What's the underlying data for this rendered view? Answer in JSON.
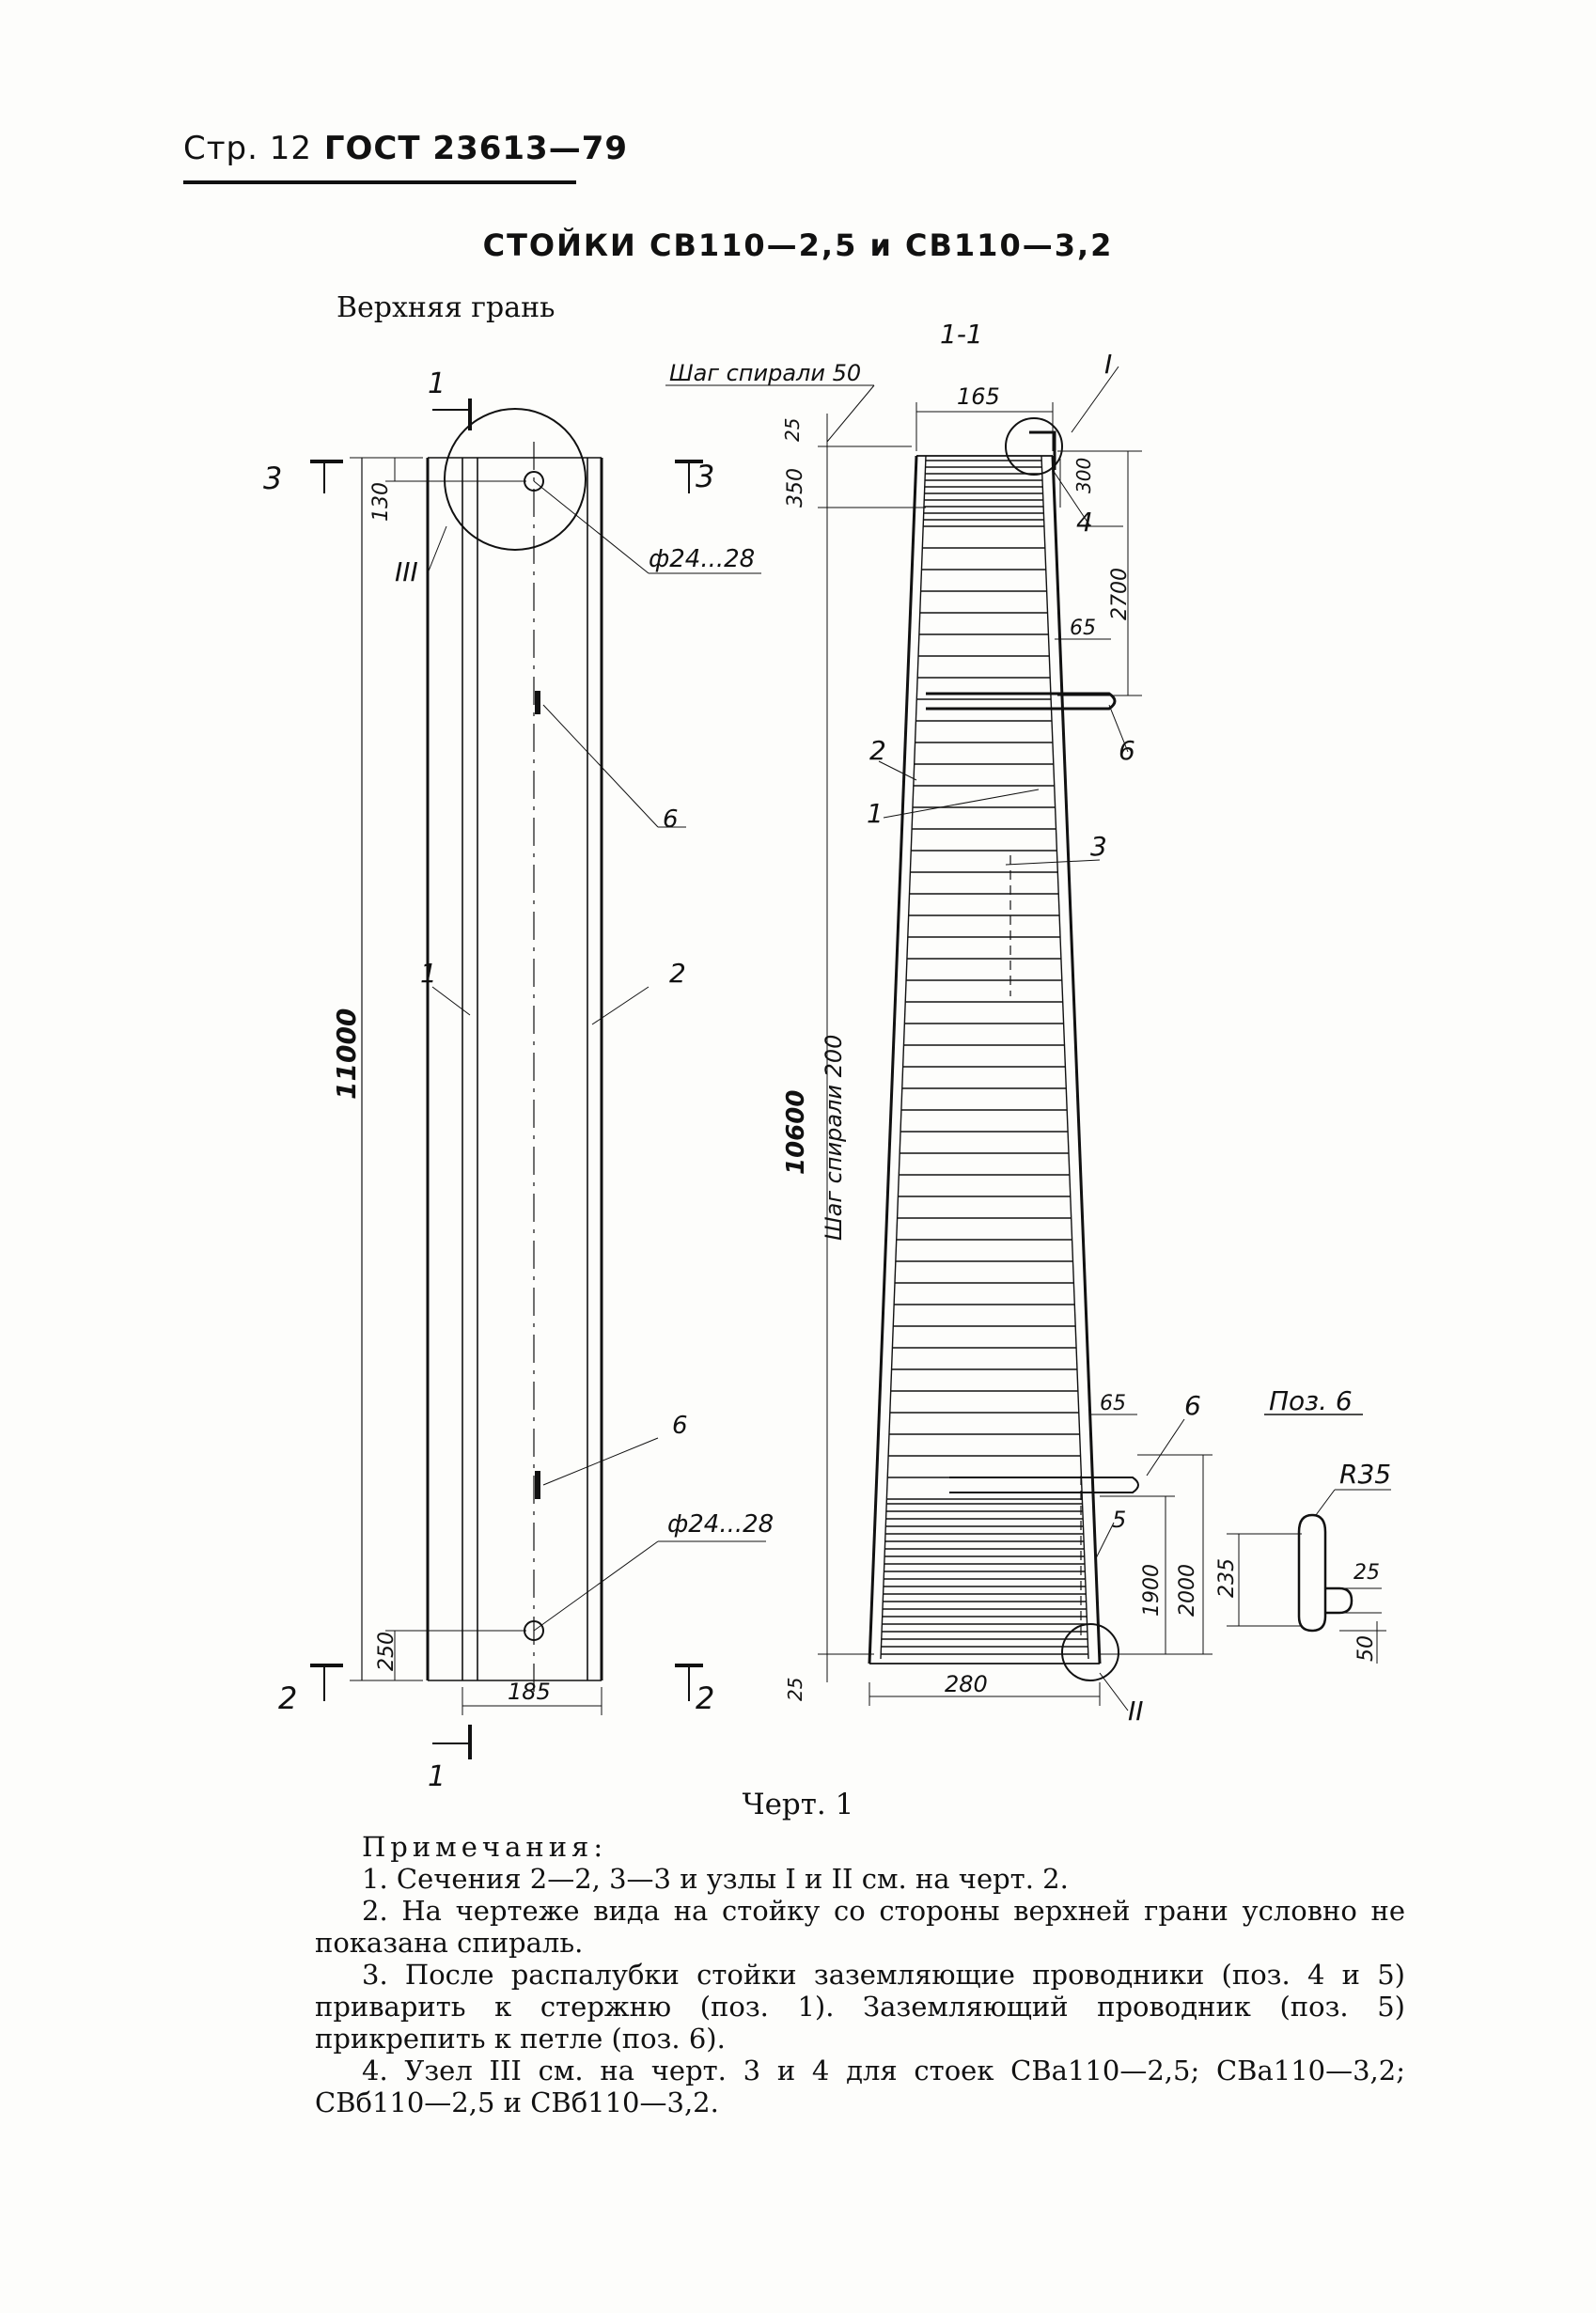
{
  "header": {
    "page_label": "Стр. 12",
    "standard": "ГОСТ 23613—79"
  },
  "title": "СТОЙКИ СВ110—2,5 и СВ110—3,2",
  "view_label": "Верхняя грань",
  "section_label": "1-1",
  "drawing": {
    "labels": {
      "spiral_pitch_top": "Шаг спирали 50",
      "spiral_pitch_main": "Шаг спирали 200",
      "pos6_detail": "Поз. 6",
      "roman_1": "I",
      "roman_2": "II",
      "roman_3": "III",
      "cut_1": "1",
      "cut_2": "2",
      "cut_3": "3"
    },
    "dimensions": {
      "total_length": "11000",
      "inner_length": "10600",
      "top_offset": "130",
      "bottom_offset": "250",
      "width_front": "185",
      "hole": "ф24...28",
      "hole_2": "ф24...28",
      "top_width": "165",
      "bottom_width": "280",
      "top_25": "25",
      "bottom_25": "25",
      "dim_350": "350",
      "dim_300": "300",
      "dim_2700": "2700",
      "dim_65_top": "65",
      "dim_65_bottom": "65",
      "dim_1900": "1900",
      "dim_2000": "2000",
      "detail_r": "R35",
      "detail_235": "235",
      "detail_25": "25",
      "detail_50": "50"
    },
    "positions": {
      "p1": "1",
      "p2": "2",
      "p3": "3",
      "p4": "4",
      "p5": "5",
      "p6": "6"
    }
  },
  "caption": "Черт. 1",
  "notes": {
    "heading": "Примечания:",
    "items": [
      "1. Сечения 2—2, 3—3 и узлы I и II см. на черт. 2.",
      "2. На чертеже вида на стойку со стороны верхней грани условно не показана спираль.",
      "3. После распалубки стойки заземляющие проводники (поз. 4 и 5) приварить к стержню (поз. 1). Заземляющий проводник (поз. 5) прикрепить к петле (поз. 6).",
      "4. Узел III см. на черт. 3 и 4 для стоек СВа110—2,5; СВа110—3,2; СВб110—2,5 и СВб110—3,2."
    ]
  }
}
